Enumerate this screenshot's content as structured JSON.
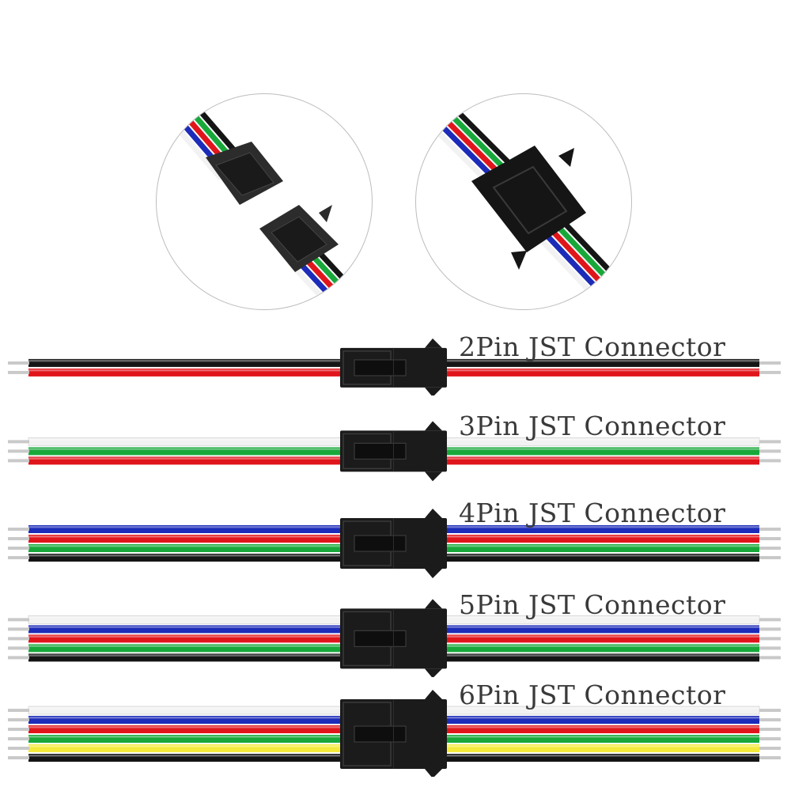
{
  "colors": {
    "black": "#151515",
    "red": "#e0151b",
    "green": "#18a83a",
    "blue": "#1c2bb8",
    "white": "#f2f2f2",
    "yellow": "#f4ea3c",
    "housing": "#1b1b1b",
    "housing_edge": "#3a3a3a"
  },
  "connectors": [
    {
      "label": "2Pin JST Connector",
      "wires": [
        "black",
        "red"
      ]
    },
    {
      "label": "3Pin JST Connector",
      "wires": [
        "white",
        "green",
        "red"
      ]
    },
    {
      "label": "4Pin JST Connector",
      "wires": [
        "blue",
        "red",
        "green",
        "black"
      ]
    },
    {
      "label": "5Pin JST Connector",
      "wires": [
        "white",
        "blue",
        "red",
        "green",
        "black"
      ]
    },
    {
      "label": "6Pin JST Connector",
      "wires": [
        "white",
        "blue",
        "red",
        "green",
        "yellow",
        "black"
      ]
    }
  ],
  "detail_views": [
    {
      "view": "disconnected-pair",
      "wires": [
        "black",
        "green",
        "red",
        "blue",
        "white"
      ]
    },
    {
      "view": "connected-pair",
      "wires": [
        "black",
        "green",
        "red",
        "blue",
        "white"
      ]
    }
  ]
}
